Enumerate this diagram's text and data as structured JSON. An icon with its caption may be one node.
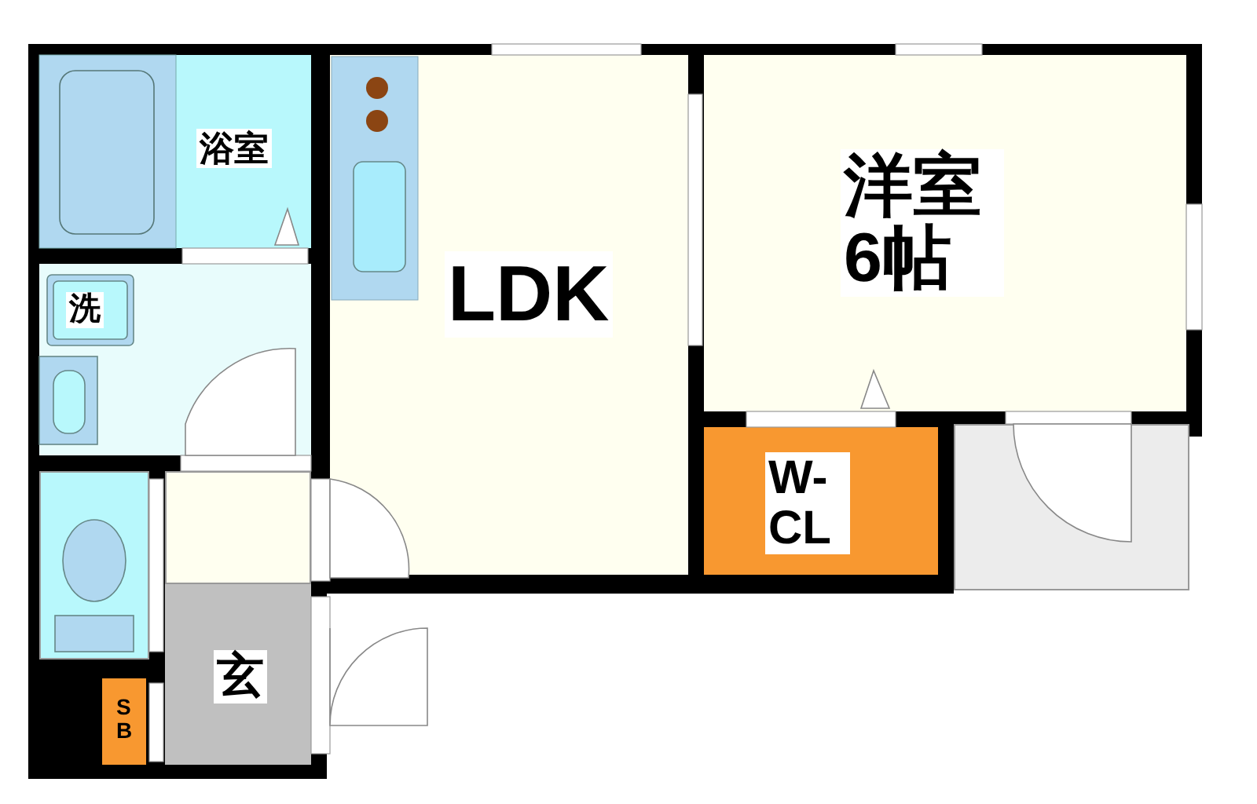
{
  "diagram": {
    "nodes": [
      {
        "text": [
          "浴室"
        ]
      },
      {
        "text": [
          "洗"
        ]
      },
      {
        "text": [],
        "shape": "box"
      },
      {
        "text": [],
        "shape": "box"
      },
      {
        "text": [
          "玄"
        ]
      },
      {
        "text": [
          "SB"
        ]
      },
      {
        "text": [
          "LDK"
        ]
      },
      {
        "text": [
          "洋室6帖"
        ]
      },
      {
        "text": [
          "W-CL"
        ]
      },
      {
        "text": [],
        "shape": "box"
      }
    ]
  }
}
